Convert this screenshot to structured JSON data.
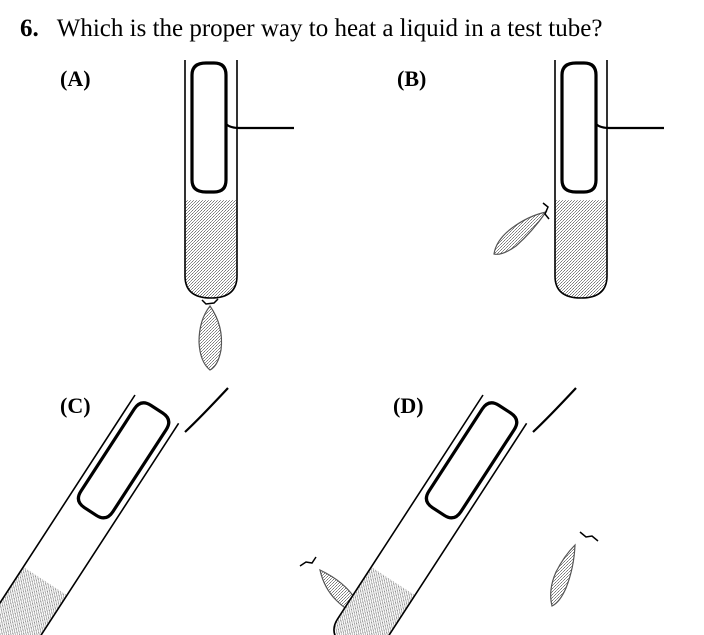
{
  "question": {
    "number": "6.",
    "text": "Which is the proper way to heat a liquid in a test tube?"
  },
  "options": [
    {
      "label": "(A)"
    },
    {
      "label": "(B)"
    },
    {
      "label": "(C)"
    },
    {
      "label": "(D)"
    }
  ]
}
